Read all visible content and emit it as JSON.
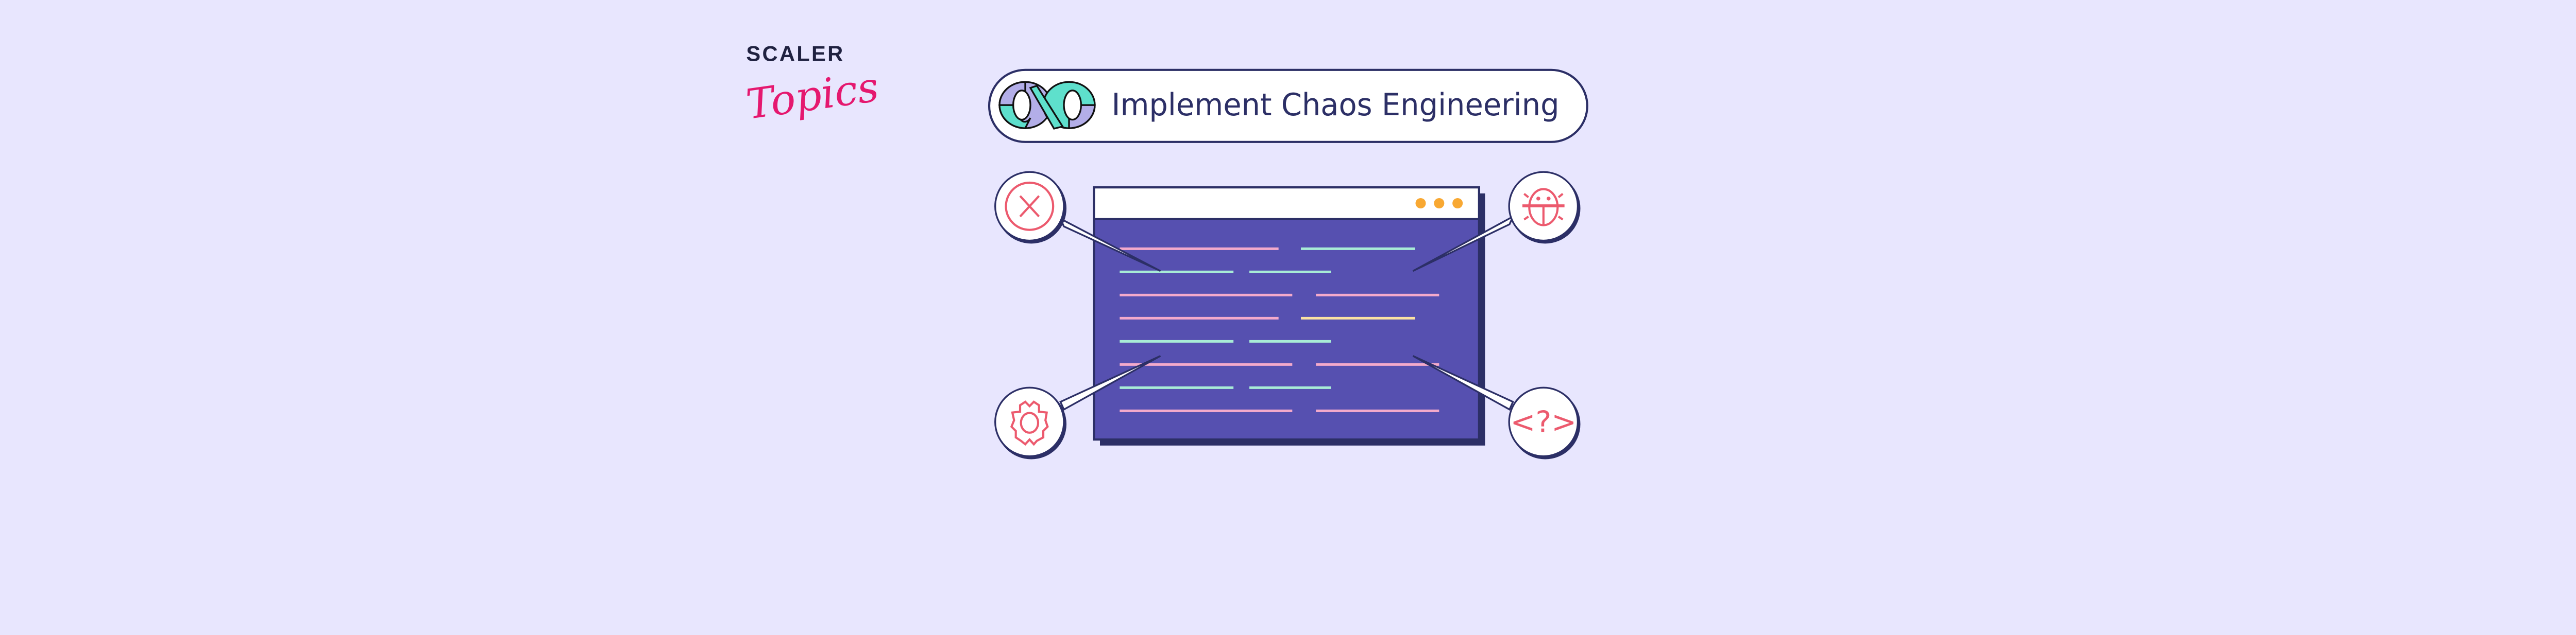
{
  "brand": {
    "line1": "SCALER",
    "line2": "Topics"
  },
  "title": {
    "text": "Implement Chaos Engineering",
    "icon": "infinity-devops-icon"
  },
  "window": {
    "dots": 3,
    "code_rows": [
      [
        "pink",
        "green"
      ],
      [
        "green",
        "green"
      ],
      [
        "pink",
        "pink"
      ],
      [
        "pink",
        "yellow"
      ],
      [
        "green",
        "green"
      ],
      [
        "pink",
        "pink"
      ],
      [
        "green",
        "green"
      ],
      [
        "pink",
        "pink"
      ]
    ]
  },
  "callouts": {
    "top_left": "error-x-icon",
    "top_right": "bug-icon",
    "bottom_left": "gear-icon",
    "bottom_right": "code-question-icon",
    "code_question_text": "<?>"
  },
  "colors": {
    "background": "#e8e6fe",
    "window": "#5650b0",
    "outline": "#2c2f66",
    "pink": "#f4aacb",
    "green": "#a8ecd6",
    "yellow": "#fbe2a2",
    "icon": "#ec5a6e",
    "dots": "#f8a832",
    "brand_pink": "#e5186f"
  }
}
